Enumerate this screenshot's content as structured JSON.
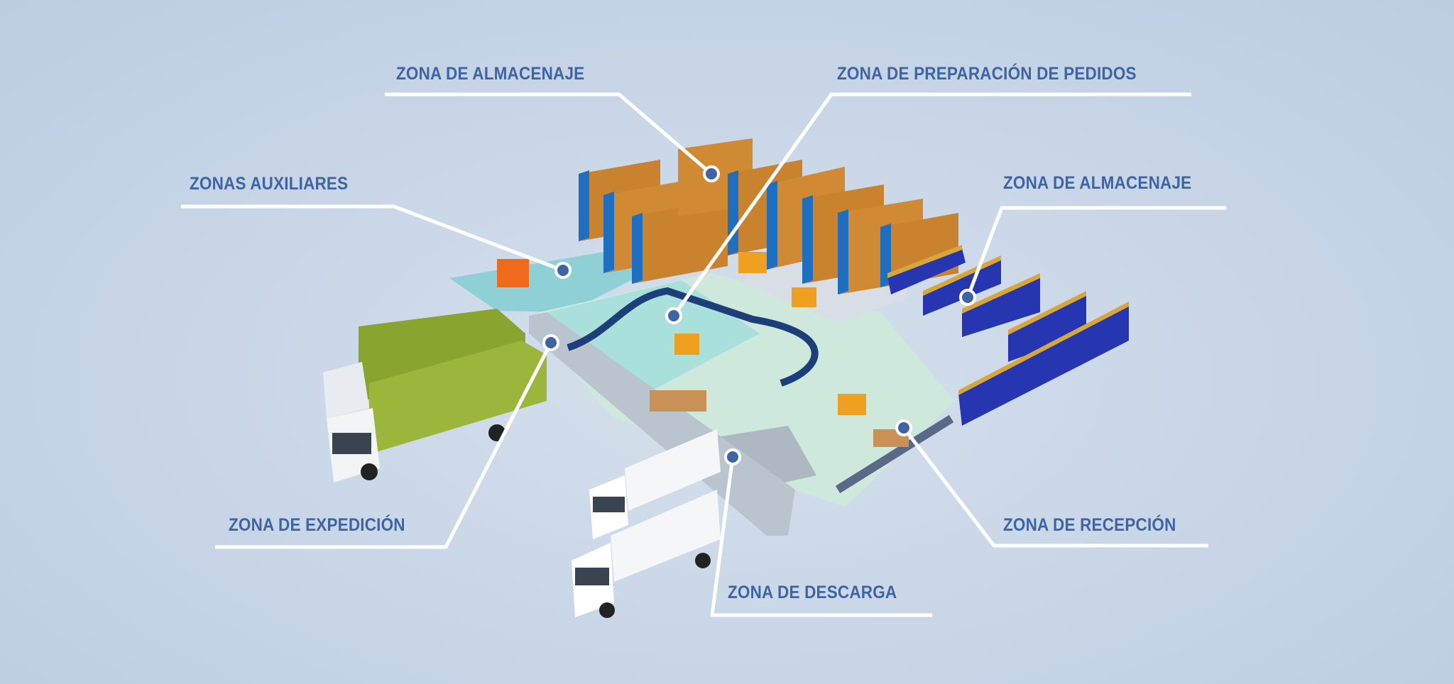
{
  "labels": {
    "storage_top": "ZONA DE ALMACENAJE",
    "order_picking": "ZONA DE PREPARACIÓN DE PEDIDOS",
    "auxiliary": "ZONAS AUXILIARES",
    "storage_right": "ZONA DE ALMACENAJE",
    "shipping": "ZONA DE EXPEDICIÓN",
    "unloading": "ZONA DE DESCARGA",
    "receiving": "ZONA DE RECEPCIÓN"
  },
  "colors": {
    "label_text": "#3f64a3",
    "marker_dot": "#3f64a3",
    "leader_line": "#ffffff",
    "background": "#c6d4e6"
  }
}
